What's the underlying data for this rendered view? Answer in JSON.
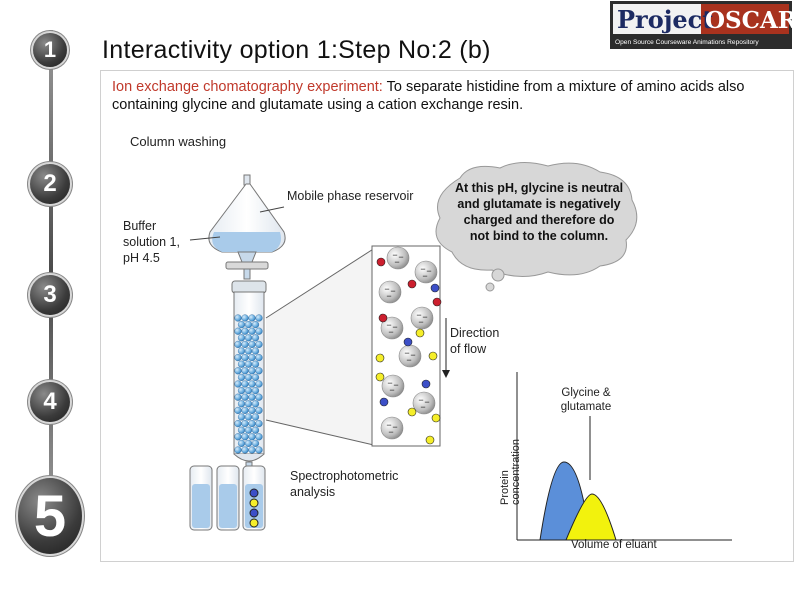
{
  "steps": [
    "1",
    "2",
    "3",
    "4",
    "5"
  ],
  "title": "Interactivity option 1:Step No:2 (b)",
  "logo": {
    "word1": "Project",
    "word2": "OSCAR",
    "tagline": "Open Source Courseware Animations Repository"
  },
  "description": {
    "highlight": "Ion exchange chomatography experiment:",
    "text": " To separate histidine from a mixture of amino acids also containing glycine and glutamate using a cation exchange resin."
  },
  "stage_label": "Column washing",
  "labels": {
    "reservoir": "Mobile phase reservoir",
    "buffer_line1": "Buffer",
    "buffer_line2": "solution 1,",
    "buffer_line3": "pH 4.5",
    "flow_line1": "Direction",
    "flow_line2": "of flow",
    "spectro_line1": "Spectrophotometric",
    "spectro_line2": "analysis"
  },
  "thought_bubble": "At this pH, glycine is neutral and glutamate is negatively charged and therefore do not bind to the column.",
  "graph": {
    "ylabel_line1": "Protein",
    "ylabel_line2": "concentration",
    "xlabel": "Volume of eluant",
    "legend": "Glycine &\nglutamate",
    "peaks": [
      {
        "color": "#5b8fd9",
        "name": "blue"
      },
      {
        "color": "#f2f20d",
        "name": "yellow"
      }
    ]
  },
  "colors": {
    "glycine": "#f5ee2a",
    "glutamate": "#3c4fc7",
    "histidine": "#cc1f2e",
    "resin": "#c8c8c8",
    "buffer": "#a9cbea"
  },
  "charges": {
    "negative": "−"
  }
}
